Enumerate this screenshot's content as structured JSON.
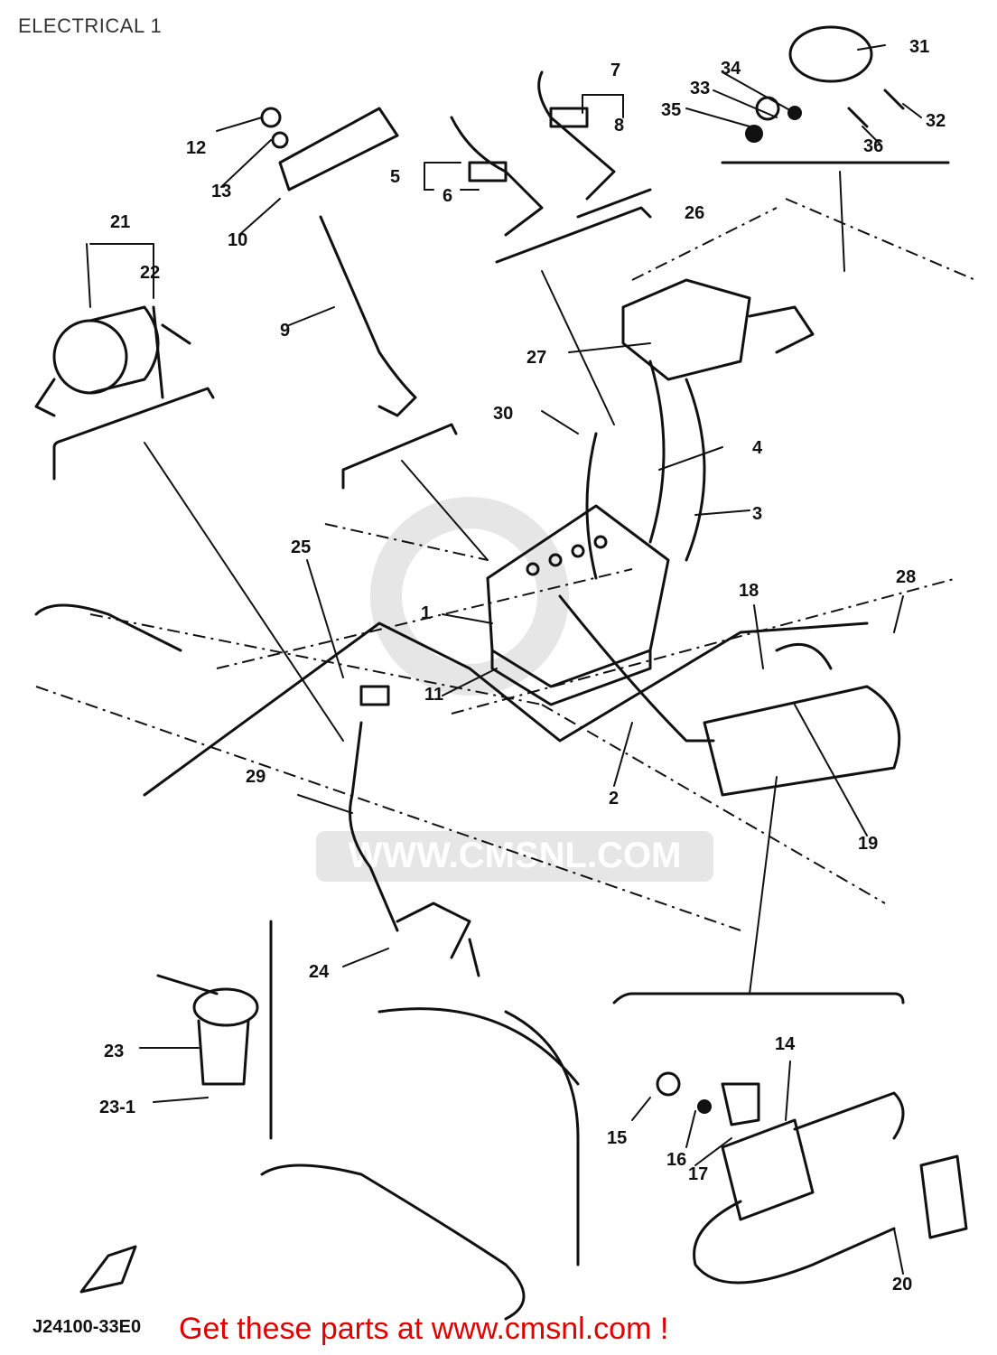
{
  "page_title": "ELECTRICAL 1",
  "footer_text": "Get these parts at www.cmsnl.com !",
  "diagram_code": "J24100-33E0",
  "watermark": "WWW.CMSNL.COM",
  "callouts": [
    "1",
    "2",
    "3",
    "4",
    "5",
    "6",
    "7",
    "8",
    "9",
    "10",
    "11",
    "12",
    "13",
    "14",
    "15",
    "16",
    "17",
    "18",
    "19",
    "20",
    "21",
    "22",
    "23",
    "23-1",
    "24",
    "25",
    "26",
    "27",
    "28",
    "29",
    "30",
    "31",
    "32",
    "33",
    "34",
    "35",
    "36"
  ],
  "colors": {
    "footer": "#e00000",
    "ink": "#111111",
    "watermark": "#e6e6e6"
  }
}
